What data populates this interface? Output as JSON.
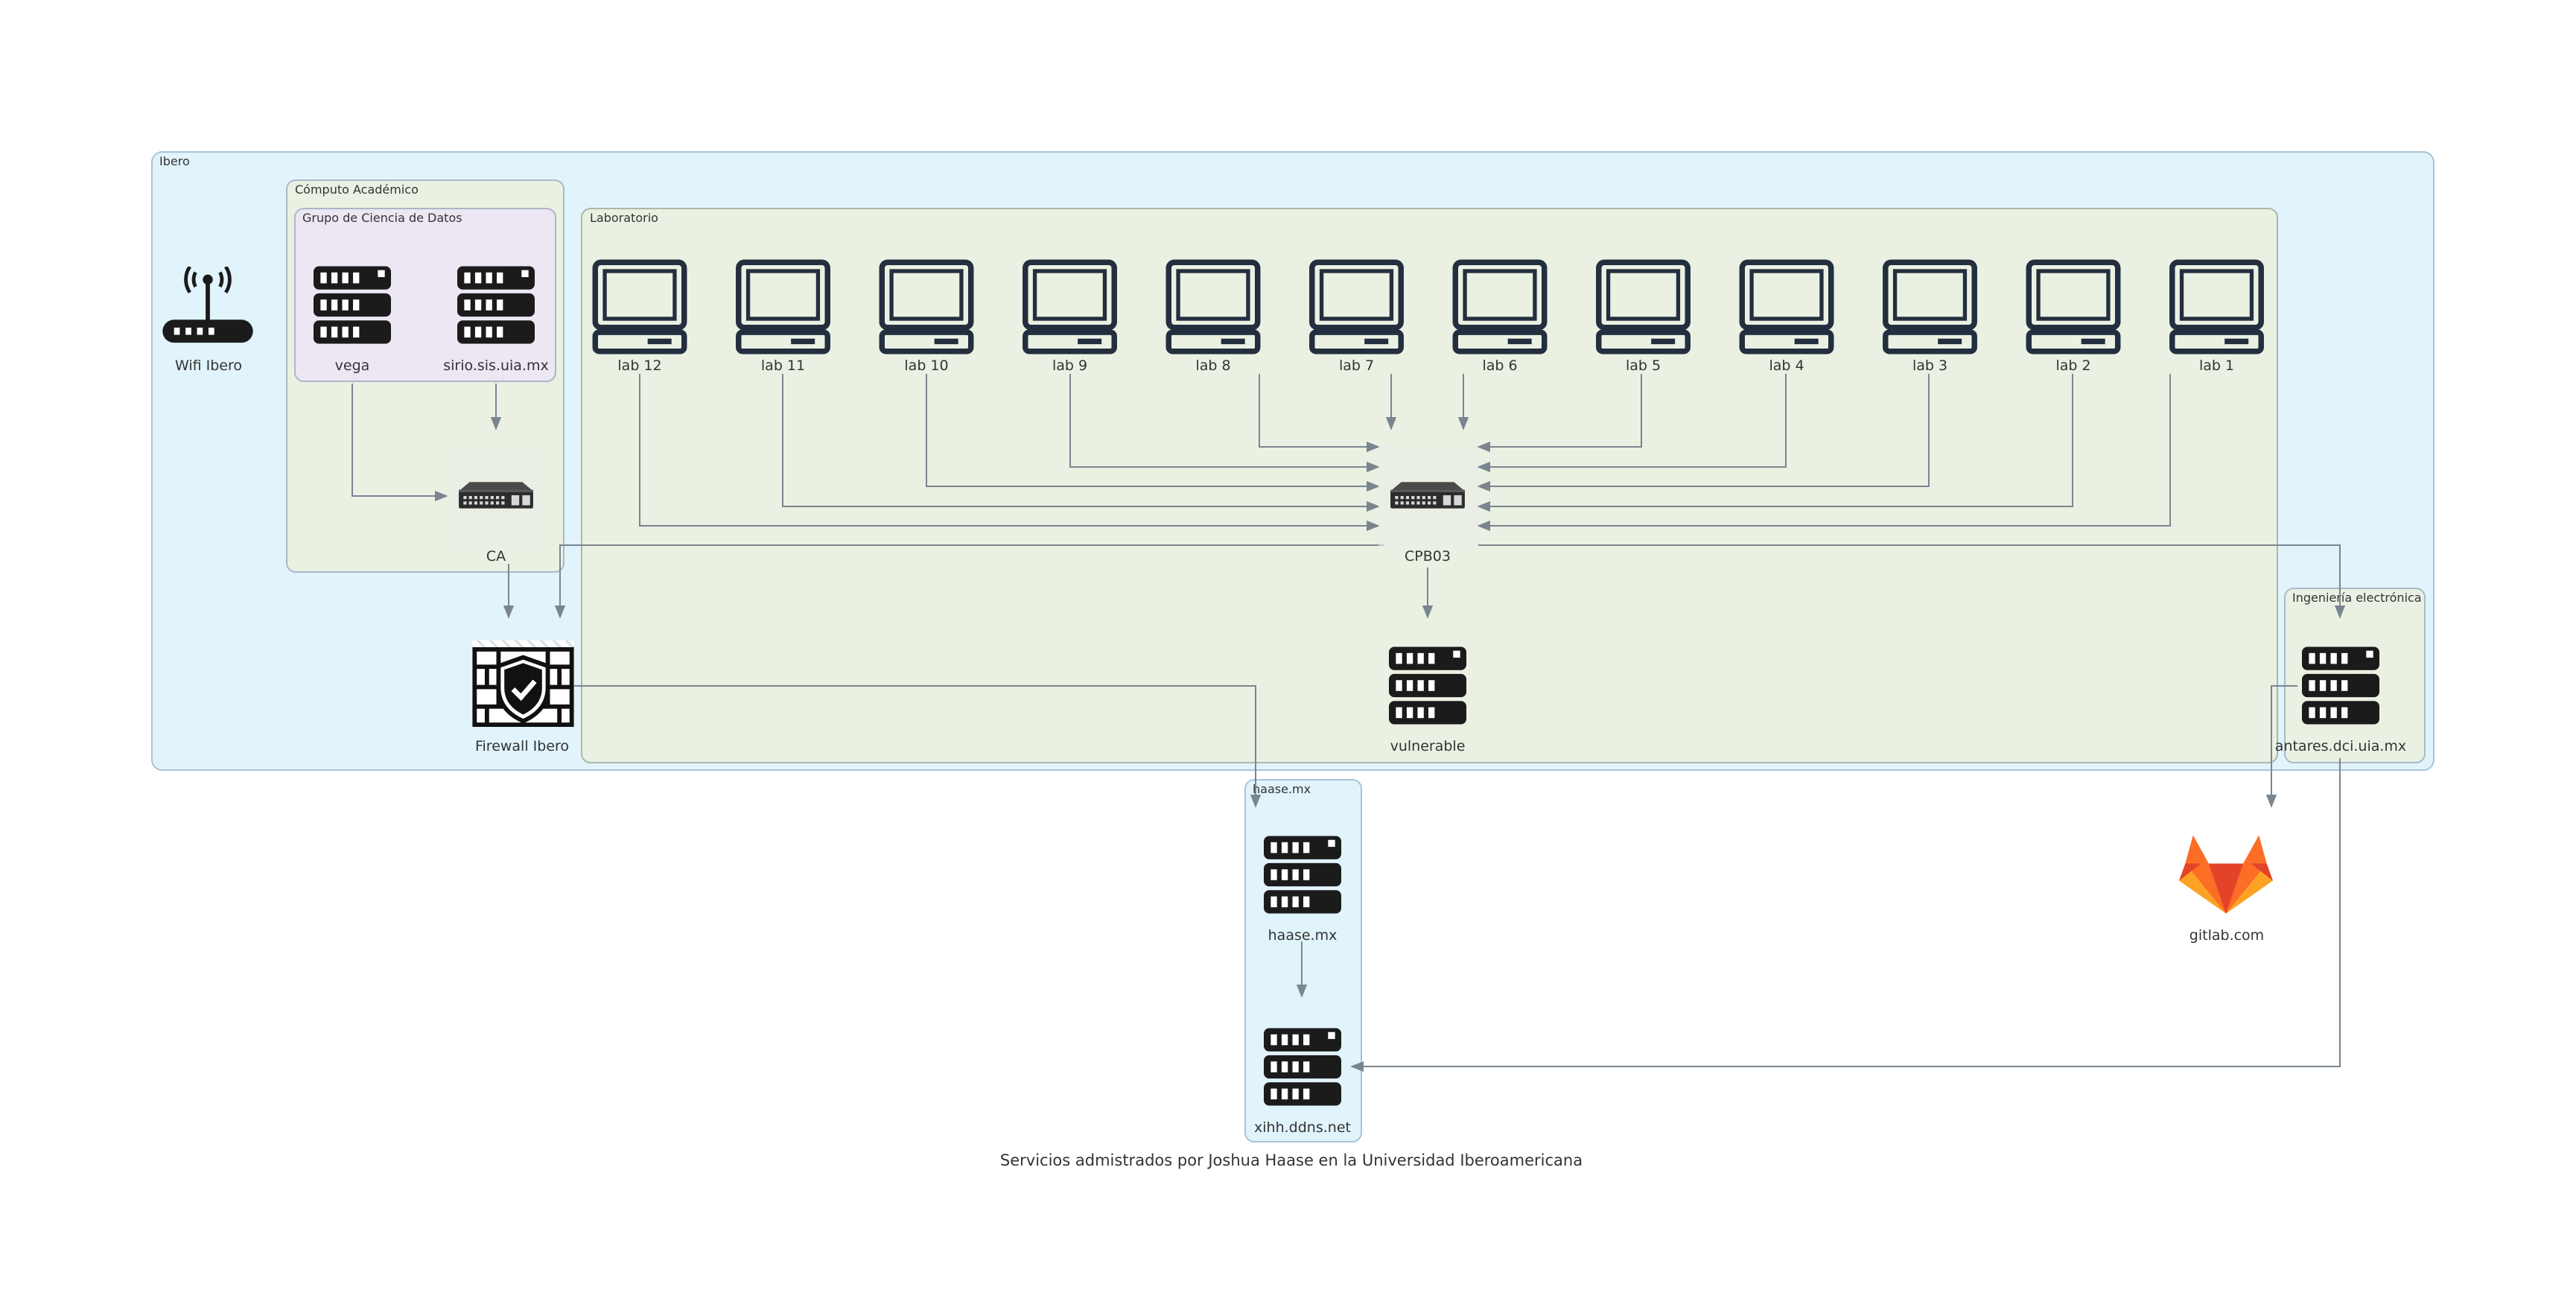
{
  "caption": "Servicios admistrados por Joshua Haase en la Universidad Iberoamericana",
  "colors": {
    "ibero_fill": "#e1f3fb",
    "ibero_stroke": "#a9c4d8",
    "computo_fill": "#eaf1e3",
    "computo_stroke": "#a9b9c6",
    "ciencia_fill": "#ede6f3",
    "ciencia_stroke": "#aeb6c6",
    "laboratorio_fill": "#eaf1e3",
    "laboratorio_stroke": "#a9b9a6",
    "ingenieria_fill": "#eaf1e3",
    "haase_fill": "#e1f3fb",
    "edge": "#7a8590",
    "icon_dark": "#1b1b1b",
    "icon_monitor": "#232f3e",
    "gitlab_orange": "#fc6d26",
    "gitlab_red": "#e24329",
    "gitlab_yellow": "#fca326"
  },
  "groups": {
    "ibero": "Ibero",
    "computo": "Cómputo Académico",
    "ciencia": "Grupo de Ciencia de Datos",
    "laboratorio": "Laboratorio",
    "ingenieria": "Ingeniería electrónica",
    "haase": "haase.mx"
  },
  "nodes": {
    "wifi": "Wifi Ibero",
    "vega": "vega",
    "sirio": "sirio.sis.uia.mx",
    "ca": "CA",
    "firewall": "Firewall Ibero",
    "cpb03": "CPB03",
    "vulnerable": "vulnerable",
    "antares": "antares.dci.uia.mx",
    "haase_server": "haase.mx",
    "xihh": "xihh.ddns.net",
    "gitlab": "gitlab.com"
  },
  "labs": [
    "lab 12",
    "lab 11",
    "lab 10",
    "lab 9",
    "lab 8",
    "lab 7",
    "lab 6",
    "lab 5",
    "lab 4",
    "lab 3",
    "lab 2",
    "lab 1"
  ],
  "icons": {
    "wifi": "router-icon",
    "server": "server-icon",
    "switch": "network-switch-icon",
    "monitor": "desktop-computer-icon",
    "firewall": "firewall-shield-icon",
    "gitlab": "gitlab-logo-icon"
  }
}
